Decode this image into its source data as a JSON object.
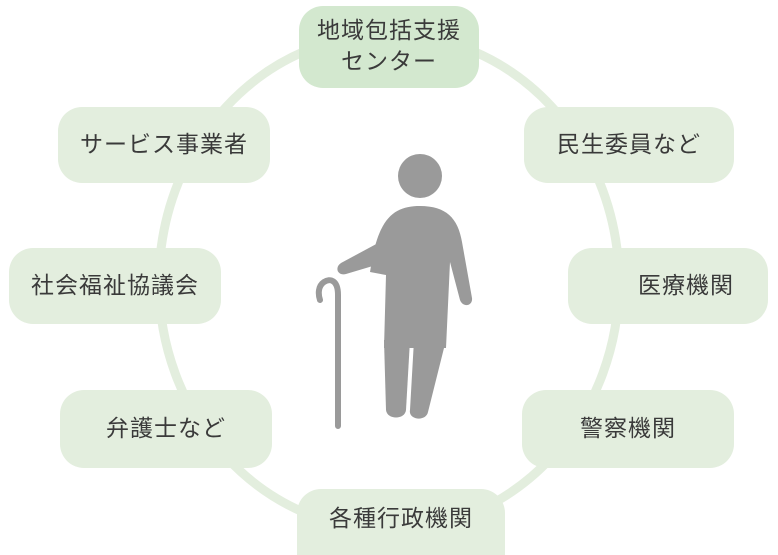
{
  "diagram": {
    "center_icon": "elderly-person-with-cane-icon",
    "colors": {
      "node_fill": "#e3eede",
      "node_fill_top": "#d3e8cf",
      "ring": "#e3eede",
      "figure": "#9a9a9a",
      "text": "#3a3a3a"
    },
    "nodes": [
      {
        "id": "node-chiiki-houkatsu",
        "lines": [
          "地域包括支援",
          "センター"
        ]
      },
      {
        "id": "node-minsei-iin",
        "lines": [
          "民生委員など"
        ]
      },
      {
        "id": "node-iryou-kikan",
        "lines": [
          "医療機関"
        ]
      },
      {
        "id": "node-keisatsu-kikan",
        "lines": [
          "警察機関"
        ]
      },
      {
        "id": "node-kakushu-gyousei",
        "lines": [
          "各種行政機関"
        ]
      },
      {
        "id": "node-bengoshi",
        "lines": [
          "弁護士など"
        ]
      },
      {
        "id": "node-shakai-fukushi",
        "lines": [
          "社会福祉協議会"
        ]
      },
      {
        "id": "node-service-jigyousha",
        "lines": [
          "サービス事業者"
        ]
      }
    ]
  }
}
